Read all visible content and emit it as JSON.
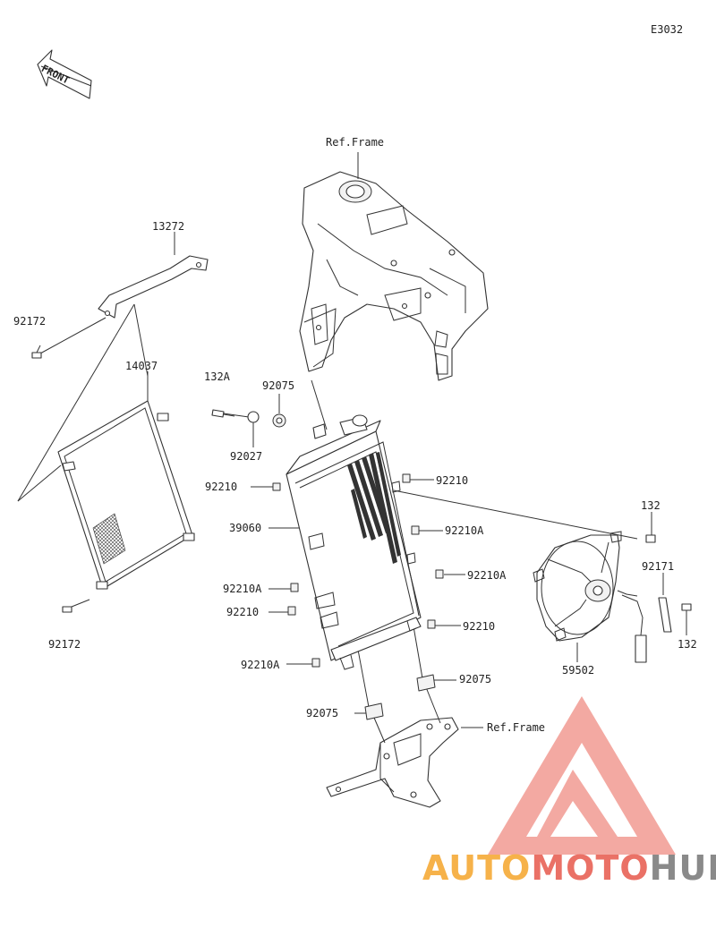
{
  "diagram_code": "E3032",
  "front_arrow_label": "FRONT",
  "watermark": {
    "part1": "AUTO",
    "part2": "MOTO",
    "part3": "HUB",
    "color_orange": "#f6b24a",
    "color_red": "#ea7166",
    "color_gray": "#8a8a8a"
  },
  "labels": {
    "ref_frame_top": "Ref.Frame",
    "ref_frame_bottom": "Ref.Frame",
    "p13272": "13272",
    "p92172_top": "92172",
    "p14037": "14037",
    "p92172_bottom": "92172",
    "p132A": "132A",
    "p92075_top": "92075",
    "p92027": "92027",
    "p92210_left1": "92210",
    "p39060": "39060",
    "p92210A_left1": "92210A",
    "p92210_left2": "92210",
    "p92210A_left2": "92210A",
    "p92210_right1": "92210",
    "p92210A_right1": "92210A",
    "p92210A_right2": "92210A",
    "p92210_right2": "92210",
    "p92075_right": "92075",
    "p92075_left": "92075",
    "p132_top": "132",
    "p92171": "92171",
    "p132_right": "132",
    "p59502": "59502"
  }
}
